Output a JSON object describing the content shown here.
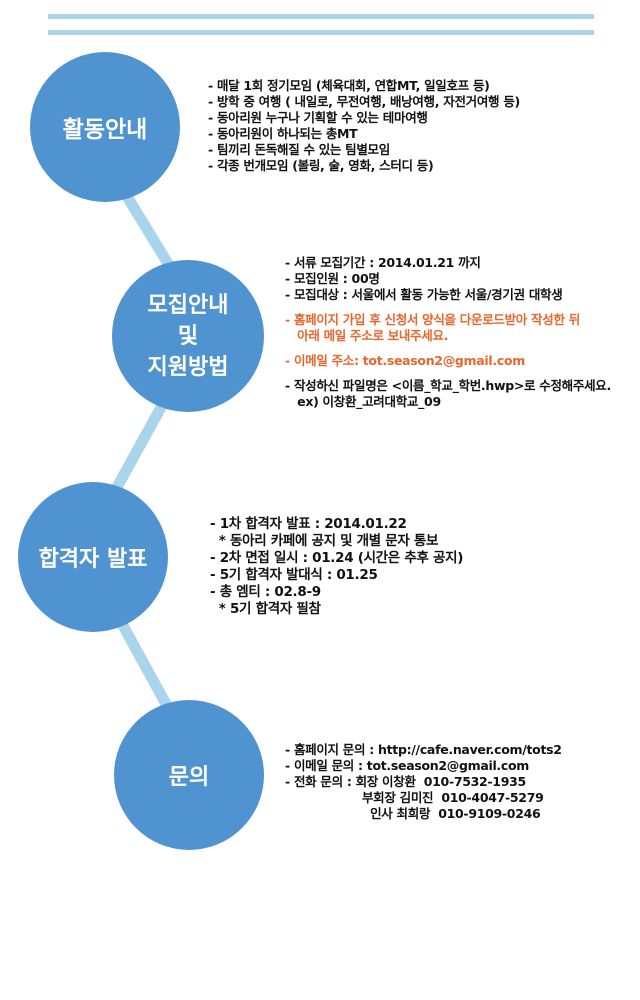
{
  "sections": [
    {
      "title": "활동안내",
      "lines": [
        "- 매달 1회 정기모임 (체육대회, 연합MT, 일일호프 등)",
        "- 방학 중 여행 ( 내일로, 무전여행, 배낭여행, 자전거여행 등)",
        "- 동아리원 누구나 기획할 수 있는 테마여행",
        "- 동아리원이 하나되는 총MT",
        "- 팀끼리 돈독해질 수 있는 팀별모임",
        "- 각종 번개모임 (볼링, 술, 영화, 스터디 등)"
      ]
    },
    {
      "title": "모집안내\n및\n지원방법",
      "lines_a": [
        "- 서류 모집기간 : 2014.01.21 까지",
        "- 모집인원 : 00명",
        "- 모집대상 : 서울에서 활동 가능한 서울/경기권 대학생"
      ],
      "lines_b": [
        "- 홈페이지 가입 후 신청서 양식을 다운로드받아 작성한 뒤",
        "   아래 메일 주소로 보내주세요."
      ],
      "lines_c": [
        "- 이메일 주소: tot.season2@gmail.com"
      ],
      "lines_d": [
        "- 작성하신 파일명은 <이름_학교_학번.hwp>로 수정해주세요.",
        "   ex) 이창환_고려대학교_09"
      ]
    },
    {
      "title": "합격자 발표",
      "lines": [
        "- 1차 합격자 발표 : 2014.01.22",
        "  * 동아리 카페에 공지 및 개별 문자 통보",
        "- 2차 면접 일시 : 01.24 (시간은 추후 공지)",
        "- 5기 합격자 발대식 : 01.25",
        "- 총 엠티 : 02.8-9",
        "  * 5기 합격자 필참"
      ]
    },
    {
      "title": "문의",
      "lines": [
        "- 홈페이지 문의 : http://cafe.naver.com/tots2",
        "- 이메일 문의 : tot.season2@gmail.com",
        "- 전화 문의 : 회장 이창환  010-7532-1935",
        "                   부회장 김미진  010-4047-5279",
        "                     인사 최희랑  010-9109-0246"
      ]
    }
  ],
  "colors": {
    "circle": "#4f93d0",
    "connector": "#a9d4ec",
    "rule": "#a9d4ec",
    "highlight": "#e8662c"
  }
}
